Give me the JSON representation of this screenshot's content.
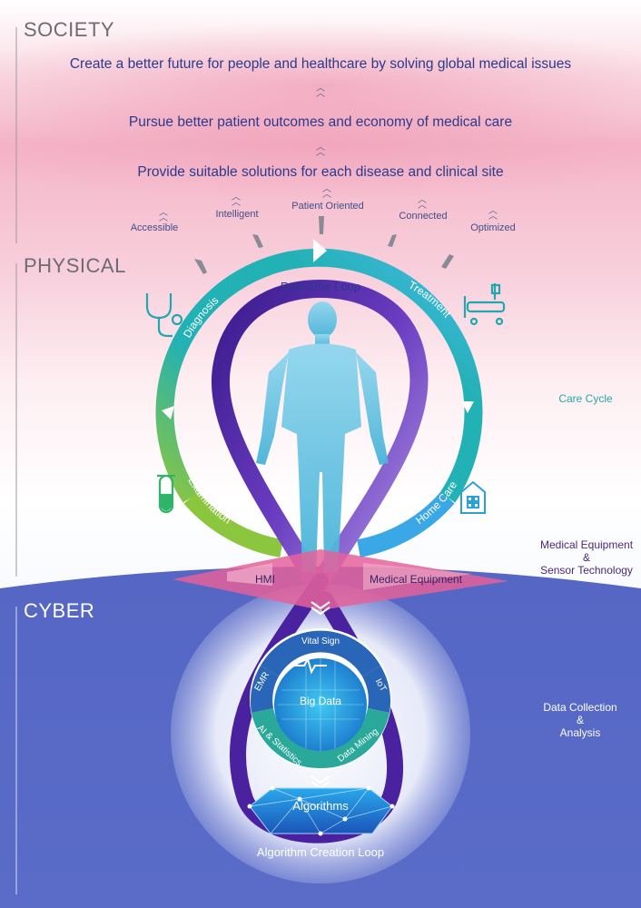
{
  "zones": {
    "society": "SOCIETY",
    "physical": "PHYSICAL",
    "cyber": "CYBER"
  },
  "society_goals": [
    "Create a better future for people and healthcare by solving global medical issues",
    "Pursue better patient outcomes and economy of medical care",
    "Provide suitable solutions for each disease and clinical site"
  ],
  "values": [
    "Accessible",
    "Intelligent",
    "Patient Oriented",
    "Connected",
    "Optimized"
  ],
  "care_cycle": {
    "loop_title": "Real-time Loop",
    "stages": [
      "Diagnosis",
      "Treatment",
      "Home Care",
      "Examination"
    ]
  },
  "equipment_bar": {
    "left": "HMI",
    "right": "Medical Equipment"
  },
  "side_labels": {
    "care_cycle": "Care Cycle",
    "equipment": [
      "Medical Equipment",
      "&",
      "Sensor Technology"
    ],
    "data": [
      "Data Collection",
      "&",
      "Analysis"
    ]
  },
  "data_hub": {
    "center": "Big Data",
    "segments": [
      "Vital Sign",
      "IoT",
      "Data Mining",
      "AI & Statistics",
      "EMR"
    ]
  },
  "algorithm": {
    "label": "Algorithms",
    "loop_title": "Algorithm Creation Loop"
  },
  "icons": [
    "stethoscope-icon",
    "hospital-bed-icon",
    "test-tube-icon",
    "house-icon",
    "human-figure-icon"
  ],
  "colors": {
    "society_pink": "#f3a9bd",
    "cyber_blue": "#4f5fbd",
    "teal": "#22b1b4",
    "purple": "#5b2da0",
    "magenta": "#e4629b",
    "green": "#63bf45"
  }
}
